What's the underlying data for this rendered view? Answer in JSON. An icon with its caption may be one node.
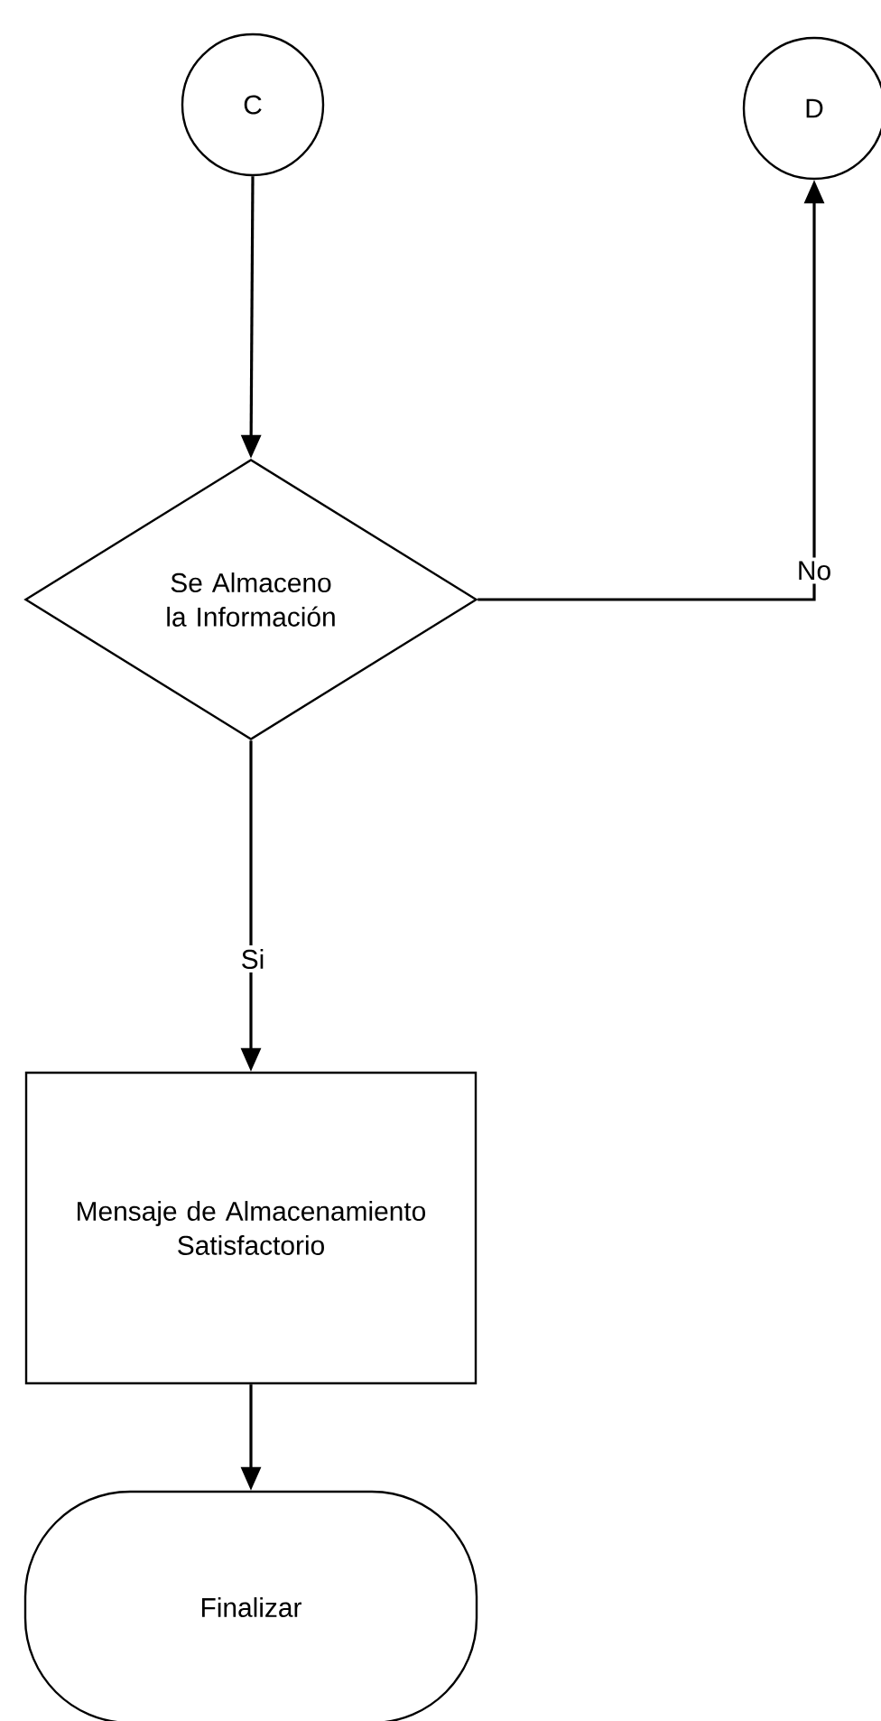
{
  "diagram": {
    "nodes": [
      {
        "text": [
          "C"
        ]
      },
      {
        "text": [
          "D"
        ]
      },
      {
        "text": [
          "Se Almaceno la Información"
        ]
      },
      {
        "text": [
          "Mensaje de Almacenamiento Satisfactorio"
        ]
      },
      {
        "text": [
          "Finalizar"
        ]
      }
    ],
    "edges": [
      {
        "from": 0,
        "to": 2,
        "arrow": "to"
      },
      {
        "from": 2,
        "to": 1,
        "arrow": "to",
        "label": "No"
      },
      {
        "from": 2,
        "to": 3,
        "arrow": "to",
        "label": "Si"
      },
      {
        "from": 3,
        "to": 4,
        "arrow": "to"
      }
    ]
  }
}
